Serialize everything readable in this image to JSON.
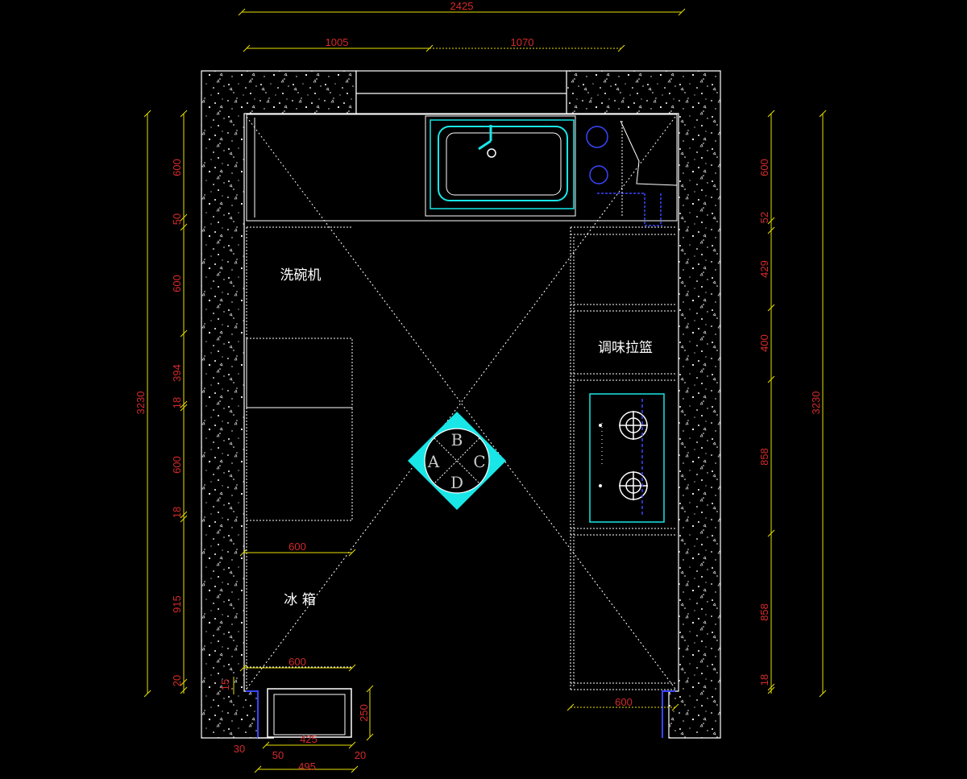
{
  "colors": {
    "background": "#000000",
    "wall": "#ffffff",
    "dimension_line": "#e8e000",
    "dimension_text": "#d42a2a",
    "fixture": "#19e6e6",
    "hidden": "#3a46ff",
    "label": "#ffffff"
  },
  "top_dimensions": {
    "overall": "2425",
    "left_segment": "1005",
    "right_segment": "1070"
  },
  "left_dimensions": {
    "overall": "3230",
    "segments": [
      "600",
      "50",
      "600",
      "394",
      "18",
      "600",
      "18",
      "915",
      "20"
    ]
  },
  "right_dimensions": {
    "overall": "3230",
    "segments": [
      "600",
      "52",
      "429",
      "400",
      "858",
      "858",
      "18"
    ]
  },
  "interior_dimensions": {
    "fridge_depth": "600",
    "bottom_left_width": "600",
    "bottom_right_width": "600",
    "door_depth": "250",
    "door_inner_width": "425",
    "door_outer_width": "495",
    "jamb_left": "30",
    "jamb_offset": "50",
    "jamb_right": "20",
    "jamb_small": "15"
  },
  "labels": {
    "dishwasher": "洗碗机",
    "fridge": "冰 箱",
    "seasoning_basket": "调味拉篮"
  },
  "view_marker": {
    "letters": [
      "A",
      "B",
      "C",
      "D"
    ],
    "icon": "elevation-index-marker"
  }
}
